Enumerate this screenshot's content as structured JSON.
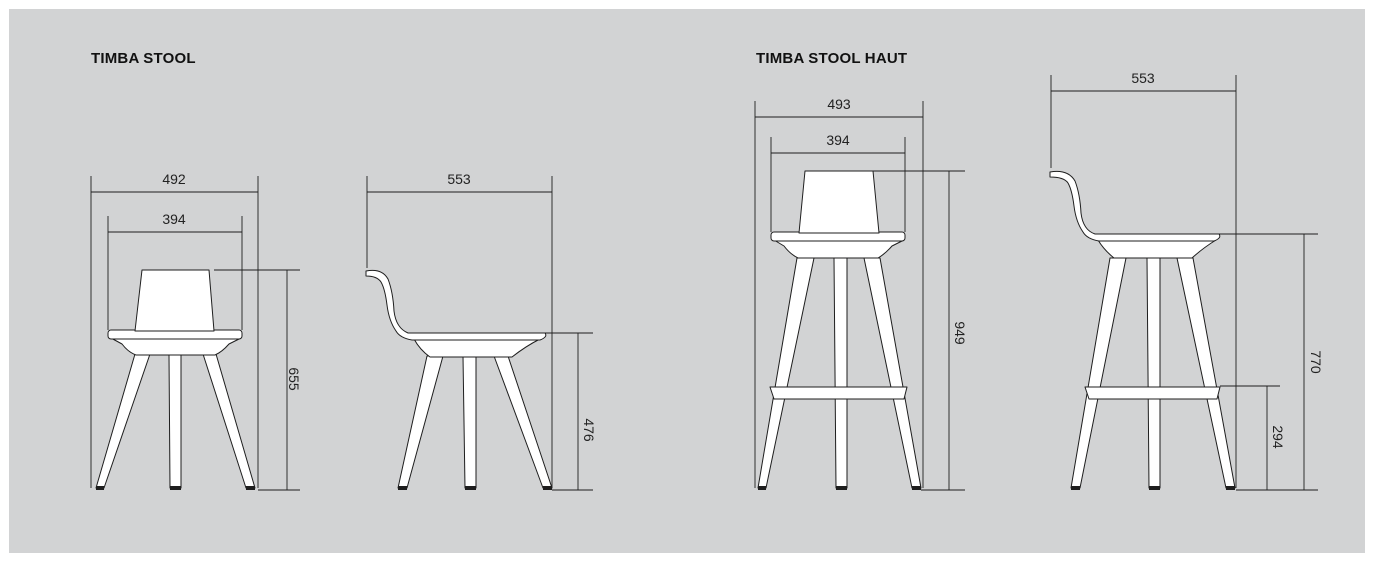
{
  "sections": [
    {
      "title": "TIMBA STOOL"
    },
    {
      "title": "TIMBA STOOL HAUT"
    }
  ],
  "dimensions": {
    "low_front_outer_width": "492",
    "low_front_seat_width": "394",
    "low_front_total_height": "655",
    "low_side_depth": "553",
    "low_side_seat_height": "476",
    "high_front_outer_width": "493",
    "high_front_seat_width": "394",
    "high_front_total_height": "949",
    "high_side_depth": "553",
    "high_side_seat_height": "770",
    "high_side_footrest_height": "294"
  },
  "colors": {
    "panel": "#d2d3d4",
    "line": "#1e1e1e",
    "fill": "#ffffff"
  }
}
